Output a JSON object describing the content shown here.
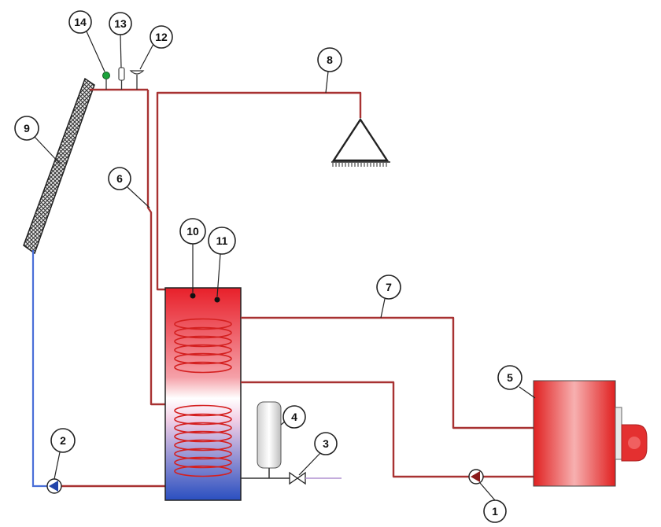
{
  "callouts": [
    {
      "id": "1",
      "label": "1"
    },
    {
      "id": "2",
      "label": "2"
    },
    {
      "id": "3",
      "label": "3"
    },
    {
      "id": "4",
      "label": "4"
    },
    {
      "id": "5",
      "label": "5"
    },
    {
      "id": "6",
      "label": "6"
    },
    {
      "id": "7",
      "label": "7"
    },
    {
      "id": "8",
      "label": "8"
    },
    {
      "id": "9",
      "label": "9"
    },
    {
      "id": "10",
      "label": "10"
    },
    {
      "id": "11",
      "label": "11"
    },
    {
      "id": "12",
      "label": "12"
    },
    {
      "id": "13",
      "label": "13"
    },
    {
      "id": "14",
      "label": "14"
    }
  ],
  "colors": {
    "hot_pipe": "#a83232",
    "cold_pipe": "#4a6fd8",
    "tank_top": "#e8202a",
    "tank_bottom": "#2a4fc0",
    "boiler": "#e02020",
    "coil": "#d42020",
    "outline": "#222222",
    "sensor_green": "#1aa33a",
    "drain_line": "#b090d0"
  },
  "icons": {
    "pump": "pump-icon",
    "valve": "valve-icon",
    "shower": "shower-head-icon",
    "collector": "solar-collector-icon",
    "expansion_vessel": "expansion-vessel-icon",
    "boiler": "boiler-icon"
  }
}
